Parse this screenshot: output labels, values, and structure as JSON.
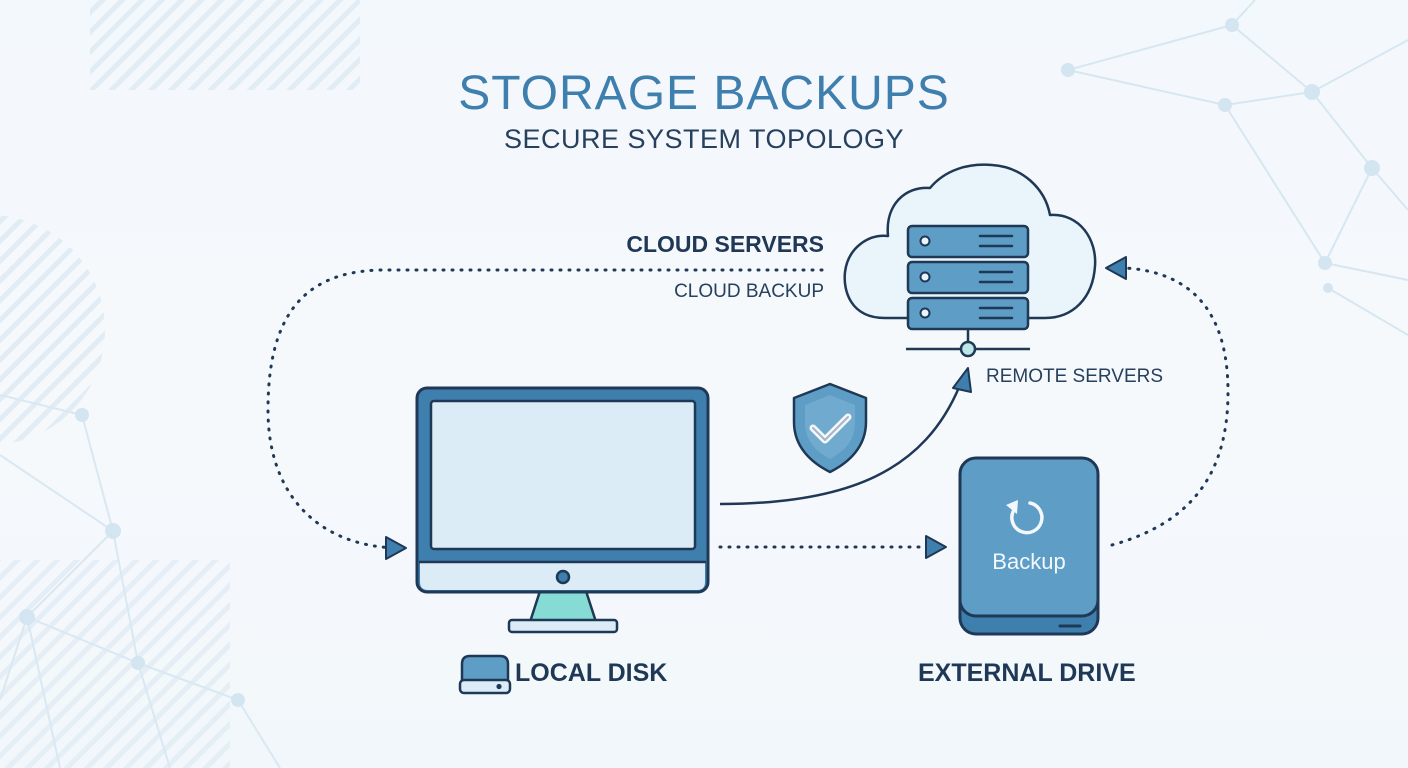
{
  "header": {
    "title": "STORAGE BACKUPS",
    "subtitle": "SECURE SYSTEM TOPOLOGY"
  },
  "nodes": {
    "cloud": {
      "label": "CLOUD SERVERS",
      "sublabel": "CLOUD BACKUP",
      "icon": "cloud-server-icon"
    },
    "remote": {
      "label": "REMOTE SERVERS"
    },
    "local": {
      "label": "LOCAL DISK",
      "icon": "monitor-icon",
      "label_icon": "disk-icon"
    },
    "external": {
      "label": "EXTERNAL DRIVE",
      "drive_label": "Backup",
      "icon": "external-drive-icon",
      "badge_icon": "refresh-icon"
    },
    "security": {
      "icon": "shield-check-icon"
    }
  },
  "colors": {
    "primary": "#3f7fae",
    "outline": "#1f3856",
    "fill_light": "#dcecf7",
    "drive": "#5d9dc6"
  }
}
